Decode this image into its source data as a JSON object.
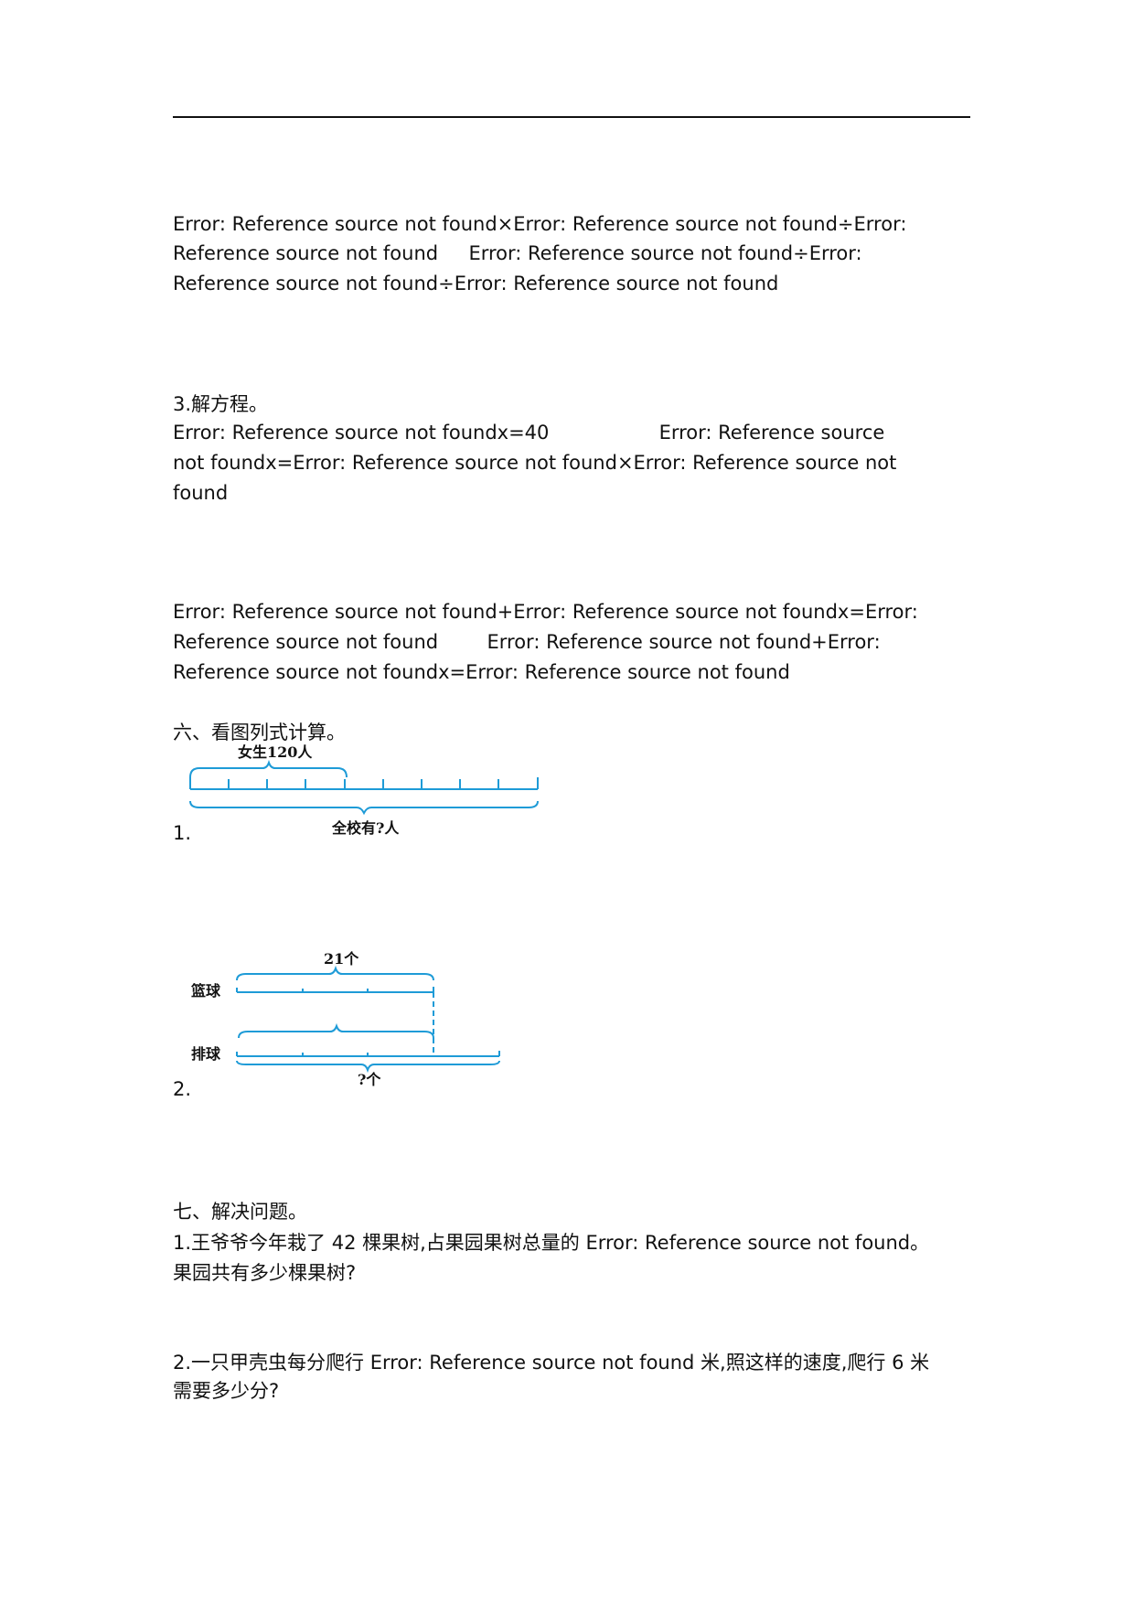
{
  "section_a": {
    "lines": [
      "Error: Reference source not found×Error: Reference source not found÷Error:",
      "Reference source not found     Error: Reference source not found÷Error:",
      "Reference source not found÷Error: Reference source not found"
    ]
  },
  "section_3": {
    "heading": "3.解方程。",
    "lines": [
      "Error: Reference source not foundx=40                  Error: Reference source",
      "not foundx=Error: Reference source not found×Error: Reference source not",
      "found"
    ]
  },
  "section_b": {
    "lines": [
      "Error: Reference source not found+Error: Reference source not foundx=Error:",
      "Reference source not found        Error: Reference source not found+Error:",
      "Reference source not foundx=Error: Reference source not found"
    ]
  },
  "section_6": {
    "heading": "六、看图列式计算。",
    "q1": {
      "number": "1.",
      "top_label": "女生120人",
      "bottom_label": "全校有?人"
    },
    "q2": {
      "number": "2.",
      "top_label": "21个",
      "row1_label": "篮球",
      "row2_label": "排球",
      "bottom_label": "?个"
    },
    "diagram_color": "#1e9bd7"
  },
  "section_7": {
    "heading": "七、解决问题。",
    "q1_lines": [
      "1.王爷爷今年栽了 42 棵果树,占果园果树总量的 Error: Reference source not found。",
      "果园共有多少棵果树?"
    ],
    "q2_lines": [
      "2.一只甲壳虫每分爬行 Error: Reference source not found 米,照这样的速度,爬行 6 米",
      "需要多少分?"
    ]
  }
}
